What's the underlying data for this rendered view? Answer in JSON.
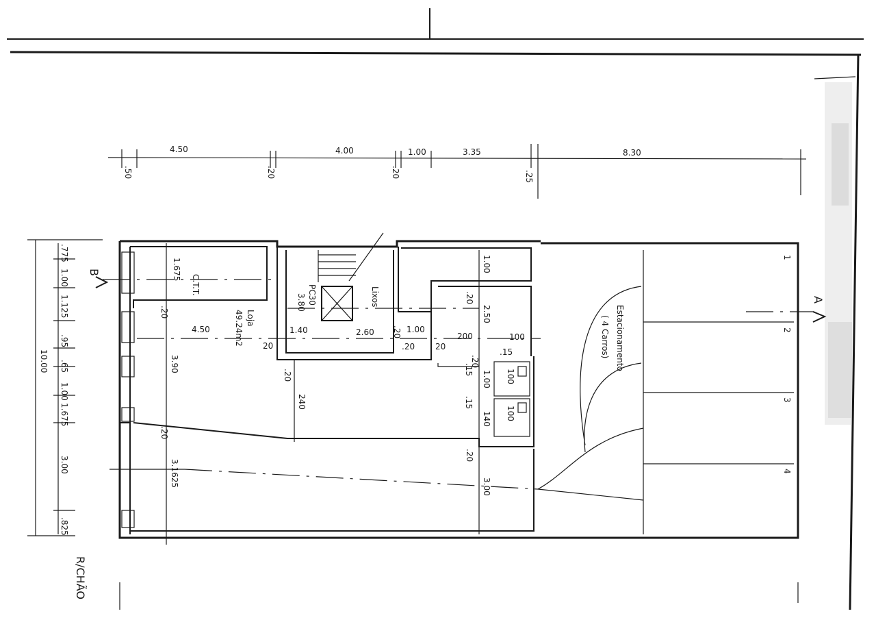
{
  "floor_label": "R/CHÃO",
  "section_markers": {
    "a": "A",
    "b": "B"
  },
  "top_dimensions": [
    {
      "id": "top-dim-1",
      "text": "4.50"
    },
    {
      "id": "top-dim-2",
      "text": "4.00"
    },
    {
      "id": "top-dim-3",
      "text": "1.00"
    },
    {
      "id": "top-dim-4",
      "text": "3.35"
    },
    {
      "id": "top-dim-5",
      "text": "8.30"
    },
    {
      "id": "top-wall-1",
      "text": ".50"
    },
    {
      "id": "top-wall-2",
      "text": ".20"
    },
    {
      "id": "top-wall-3",
      "text": ".20"
    },
    {
      "id": "top-wall-4",
      "text": ".25"
    }
  ],
  "left_dimensions": [
    {
      "id": "left-total",
      "text": "10.00"
    },
    {
      "id": "left-1",
      "text": ".775"
    },
    {
      "id": "left-2",
      "text": "1.00"
    },
    {
      "id": "left-3",
      "text": "1.125"
    },
    {
      "id": "left-4",
      "text": ".95"
    },
    {
      "id": "left-5",
      "text": ".65"
    },
    {
      "id": "left-6",
      "text": "1.00"
    },
    {
      "id": "left-7",
      "text": "1.675"
    },
    {
      "id": "left-8",
      "text": "3.00"
    },
    {
      "id": "left-9",
      "text": ".825"
    }
  ],
  "rooms": {
    "shop_name": "Loja",
    "shop_area": "49.24m2",
    "ctt": "C.T.T.",
    "trash": "Lixos",
    "elevator": "PC30",
    "parking": "Estacionamento",
    "parking_capacity": "( 4 Carros)",
    "spaces": [
      "1",
      "2",
      "3",
      "4"
    ]
  },
  "interior_dimensions": [
    {
      "id": "in-1675",
      "text": "1.675"
    },
    {
      "id": "in-450",
      "text": "4.50"
    },
    {
      "id": "in-390",
      "text": "3.90"
    },
    {
      "id": "in-3625",
      "text": "3.1625"
    },
    {
      "id": "in-380",
      "text": "3.80"
    },
    {
      "id": "in-140a",
      "text": "1.40"
    },
    {
      "id": "in-260",
      "text": "2.60"
    },
    {
      "id": "in-100a",
      "text": "1.00"
    },
    {
      "id": "in-200",
      "text": "200"
    },
    {
      "id": "in-100b",
      "text": "100"
    },
    {
      "id": "in-100c",
      "text": "1.00"
    },
    {
      "id": "in-250",
      "text": "2.50"
    },
    {
      "id": "in-100d",
      "text": "1.00"
    },
    {
      "id": "in-140b",
      "text": "140"
    },
    {
      "id": "in-240",
      "text": "240"
    },
    {
      "id": "in-300",
      "text": "3.00"
    },
    {
      "id": "in-20a",
      "text": ".20"
    },
    {
      "id": "in-20b",
      "text": ".20"
    },
    {
      "id": "in-20c",
      "text": ".20"
    },
    {
      "id": "in-20d",
      "text": ".20"
    },
    {
      "id": "in-20e",
      "text": "20"
    },
    {
      "id": "in-20f",
      "text": ".20"
    },
    {
      "id": "in-20g",
      "text": ".20"
    },
    {
      "id": "in-20h",
      "text": ".20"
    },
    {
      "id": "in-20i",
      "text": "20"
    },
    {
      "id": "in-15a",
      "text": ".15"
    },
    {
      "id": "in-15b",
      "text": ".15"
    },
    {
      "id": "in-15c",
      "text": ".15"
    },
    {
      "id": "in-20j",
      "text": ".20"
    },
    {
      "id": "in-100e",
      "text": "100"
    },
    {
      "id": "in-100f",
      "text": "100"
    }
  ]
}
